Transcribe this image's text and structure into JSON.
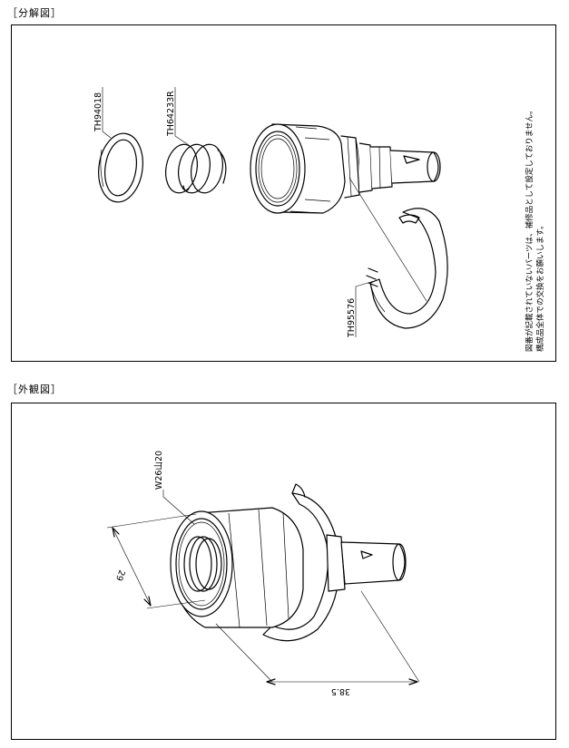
{
  "headings": {
    "exploded": "［分解図］",
    "exterior": "［外観図］"
  },
  "parts": {
    "washer": "TH94018",
    "spring": "TH64233R",
    "clip": "TH95576"
  },
  "note": {
    "line1": "図番が記載されていないパーツは、補修品として設定しておりません。",
    "line2": "構成品全体での交換をお願いします。"
  },
  "dimensions": {
    "thread": "W26山20",
    "width": "29",
    "length": "38.5"
  }
}
